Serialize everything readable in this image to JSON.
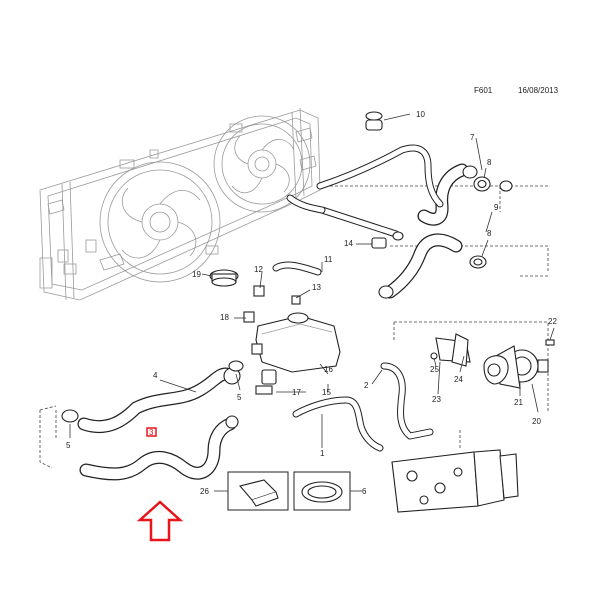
{
  "header": {
    "code": "F601",
    "date": "16/08/2013"
  },
  "callouts": {
    "c1": "1",
    "c2": "2",
    "c4": "4",
    "c5a": "5",
    "c5b": "5",
    "c6": "6",
    "c7": "7",
    "c8a": "8",
    "c8b": "8",
    "c9": "9",
    "c10": "10",
    "c11": "11",
    "c12": "12",
    "c13": "13",
    "c14": "14",
    "c15": "15",
    "c16": "16",
    "c17": "17",
    "c18": "18",
    "c19": "19",
    "c20": "20",
    "c21": "21",
    "c22": "22",
    "c23": "23",
    "c24": "24",
    "c25": "25",
    "c26": "26",
    "c3": "3"
  },
  "colors": {
    "highlight_arrow": "#e8131b",
    "highlight_marker": "#e8131b",
    "line": "#222222",
    "ghost": "#9a9a9a"
  },
  "icons": {
    "arrow": "up-arrow-outline-icon"
  }
}
